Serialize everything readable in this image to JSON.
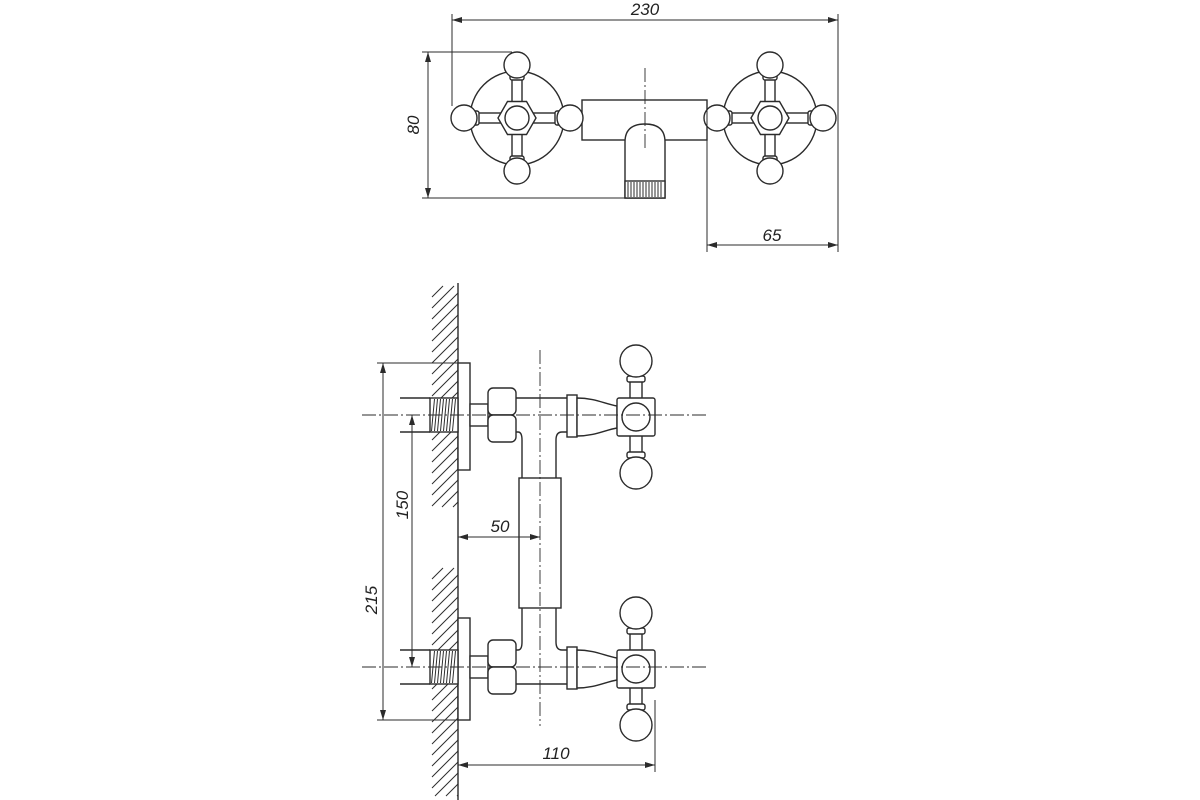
{
  "plan_view": {
    "dimensions": {
      "width": "230",
      "depth": "80",
      "right_span": "65"
    }
  },
  "side_view": {
    "dimensions": {
      "overall_height": "215",
      "inlet_centers": "150",
      "wall_to_axis": "50",
      "wall_to_front": "110"
    }
  }
}
